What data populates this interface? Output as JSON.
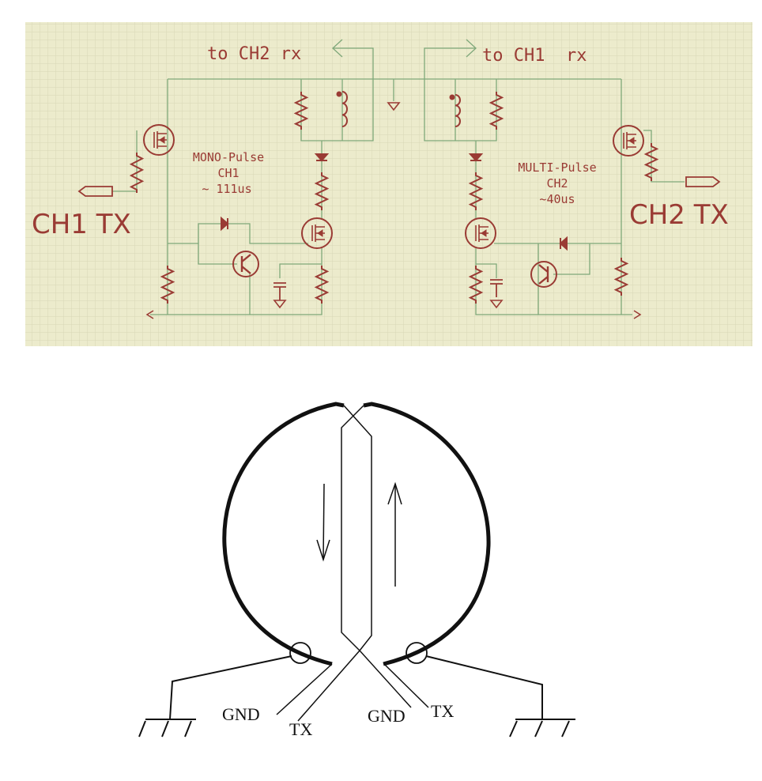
{
  "schematic": {
    "labels": {
      "to_ch2_rx": "to CH2 rx",
      "to_ch1_rx": "to CH1  rx",
      "ch1_tx": "CH1 TX",
      "ch2_tx": "CH2 TX",
      "mono_title": "MONO-Pulse",
      "mono_channel": "CH1",
      "mono_time": "~ 111us",
      "multi_title": "MULTI-Pulse",
      "multi_channel": "CH2",
      "multi_time": "~40us"
    },
    "colors": {
      "background": "#ecebcc",
      "grid": "#d8d7b6",
      "wire": "#7fa87a",
      "component": "#9a3b34"
    }
  },
  "antenna": {
    "labels": {
      "left_gnd": "GND",
      "left_tx": "TX",
      "right_gnd": "GND",
      "right_tx": "TX"
    },
    "colors": {
      "ink": "#111111"
    }
  }
}
